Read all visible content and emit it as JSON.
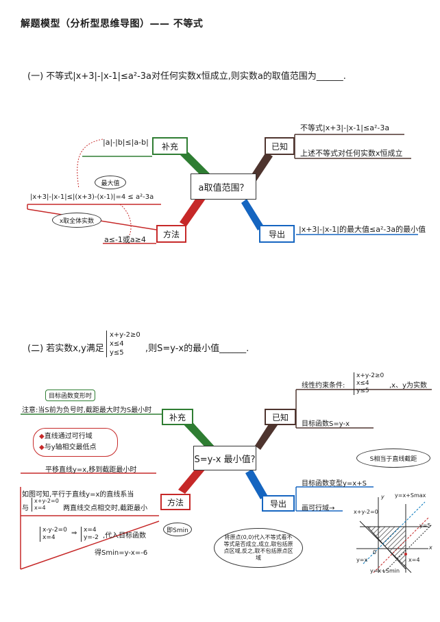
{
  "doc_title": "解题模型（分析型思维导图）—— 不等式",
  "part1": {
    "question": "(一) 不等式|x+3|-|x-1|≤a²-3a对任何实数x恒成立,则实数a的取值范围为______.",
    "center": "a取值范围？",
    "known_label": "已知",
    "known_items": [
      "不等式|x+3|-|x-1|≤a²-3a",
      "上述不等式对任何实数x恒成立"
    ],
    "supplement_label": "补充",
    "supplement_item": "|a|-|b|≤|a-b|",
    "method_label": "方法",
    "method_formula": "|x+3|-|x-1|≤|(x+3)-(x-1)|=4 ≤ a²-3a",
    "bubble_max": "最大值",
    "bubble_all": "x取全体实数",
    "method_result": "a≤-1或a≥4",
    "derive_label": "导出",
    "derive_item": "|x+3|-|x-1|的最大值≤a²-3a的最小值"
  },
  "part2": {
    "question_prefix": "(二) 若实数x,y满足",
    "question_system": [
      "x+y-2≥0",
      "x≤4",
      "y≤5"
    ],
    "question_suffix": ",则S=y-x的最小值______.",
    "center": "S=y-x 最小值?",
    "supplement_label": "补充",
    "supplement_tag": "目标函数变形时",
    "supplement_note": "注意:当S前为负号时,截距最大时为S最小时",
    "known_label": "已知",
    "known_constraint_label": "线性约束条件:",
    "known_system": [
      "x+y-2≥0",
      "x≤4",
      "y≤5"
    ],
    "known_constraint_suffix": ",x、y为实数",
    "known_objective": "目标函数S=y-x",
    "cloud_items": [
      "直线通过可行域",
      "与y轴相交最低点"
    ],
    "shift_note": "平移直线y=x,移到截距最小时",
    "method_label": "方法",
    "method_text1": "如图可知,平行于直线y=x的直线系当",
    "method_text2_prefix": "与",
    "method_system_a": [
      "x+y-2=0",
      "x=4"
    ],
    "method_text2_suffix": "两直线交点相交时,截距最小",
    "bubble_smin": "即Smin",
    "solve_system": [
      "x-y-2=0",
      "x=4"
    ],
    "solve_arrow": "⇒",
    "solve_result": [
      "x=4",
      "y=-2"
    ],
    "solve_suffix": ",代入目标函数",
    "solve_final": "得Smin=y-x=-6",
    "cloud_right": "S相当于直线截距",
    "derive_label": "导出",
    "derive_item1": "目标函数变型y=x+S",
    "derive_item2": "画可行域→",
    "note_box": "将原点(0,0)代入不等式看不等式是否成立,成立,取包括原点区域,反之,取不包括原点区域",
    "graph_labels": {
      "y_axis": "y",
      "x_axis": "x",
      "line_top": "y=x+Smax",
      "line1": "x+y-2=0",
      "y5": "y=5",
      "yx": "y=x",
      "x4": "x=4",
      "line_bottom": "y=x+Smin",
      "origin": "0"
    }
  },
  "colors": {
    "green": "#2e7d32",
    "brown": "#4e342e",
    "red": "#c62828",
    "blue": "#1565c0",
    "teal": "#0277bd"
  }
}
